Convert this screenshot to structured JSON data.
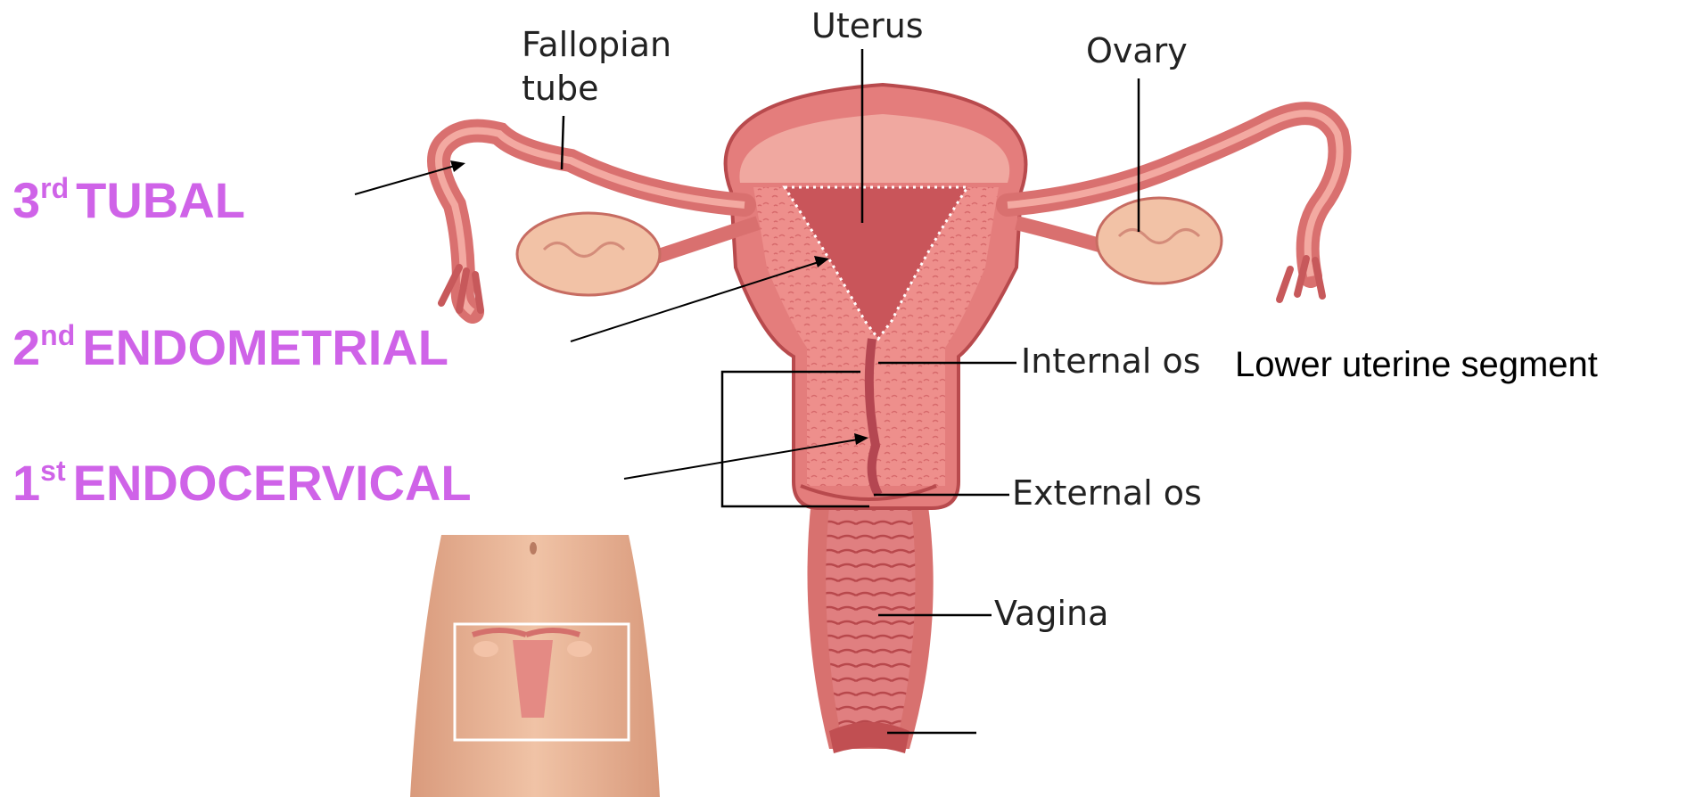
{
  "labels": {
    "fallopian_tube_line1": "Fallopian",
    "fallopian_tube_line2": "tube",
    "uterus": "Uterus",
    "ovary": "Ovary",
    "internal_os": "Internal os",
    "external_os": "External os",
    "vagina": "Vagina",
    "lower_uterine_segment": "Lower uterine segment"
  },
  "sites": [
    {
      "ordinal": "3",
      "suffix": "rd",
      "name": "TUBAL"
    },
    {
      "ordinal": "2",
      "suffix": "nd",
      "name": "ENDOMETRIAL"
    },
    {
      "ordinal": "1",
      "suffix": "st",
      "name": "ENDOCERVICAL"
    }
  ],
  "colors": {
    "site_label": "#cf63e8",
    "tissue": "#e58080",
    "tissue_dark": "#c0504f",
    "tissue_light": "#f4b4aa",
    "ovary": "#f2c3a8",
    "skin": "#e9b394"
  }
}
